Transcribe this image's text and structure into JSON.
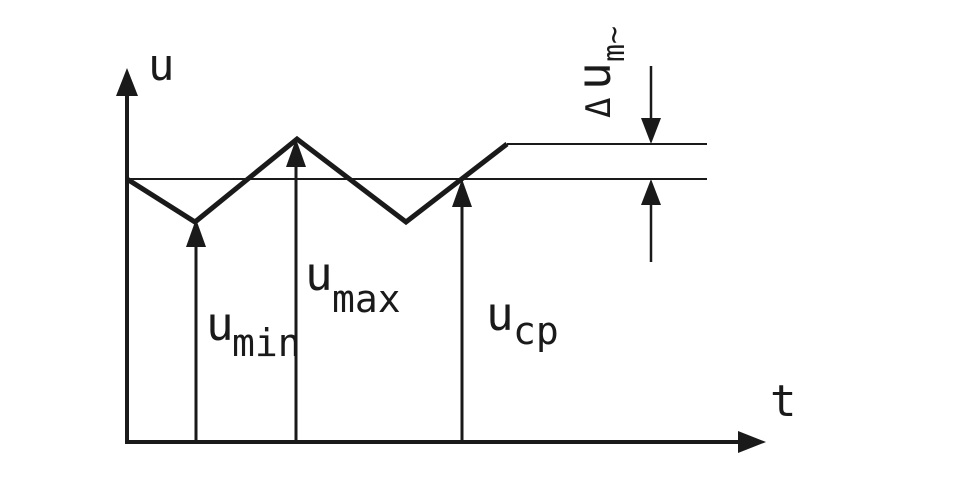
{
  "axes": {
    "vertical_label": "u",
    "horizontal_label": "t"
  },
  "labels": {
    "u_min": {
      "base": "u",
      "sub": "min"
    },
    "u_max": {
      "base": "u",
      "sub": "max"
    },
    "u_avg": {
      "base": "u",
      "sub": "cp"
    },
    "ripple": {
      "delta": "Δ",
      "base": "u",
      "sub": "m~"
    }
  },
  "colors": {
    "ink": "#1a1a1a",
    "background": "#ffffff"
  }
}
